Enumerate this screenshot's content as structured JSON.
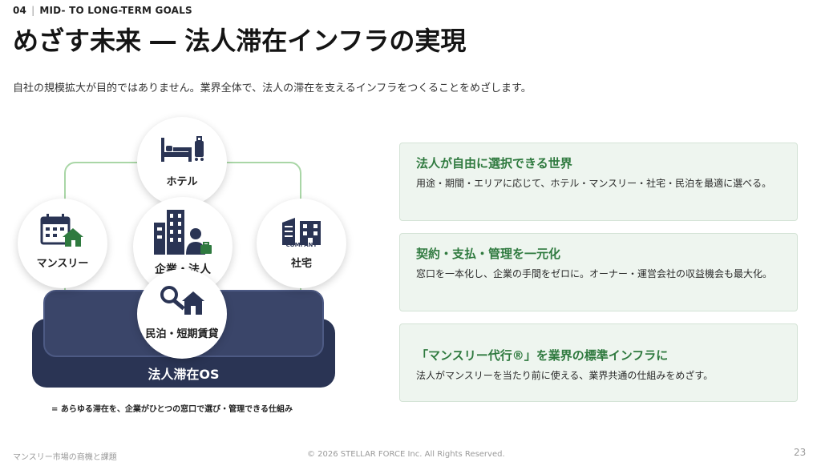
{
  "header": {
    "section_number": "04",
    "section_name": "MID- TO LONG-TERM GOALS",
    "title": "めざす未来 ― 法人滞在インフラの実現",
    "lead": "自社の規模拡大が目的ではありません。業界全体で、法人の滞在を支えるインフラをつくることをめざします。"
  },
  "diagram": {
    "hotel": {
      "label": "ホテル",
      "icon": "bed-luggage-icon"
    },
    "monthly": {
      "label": "マンスリー",
      "icon": "calendar-house-icon"
    },
    "corporate": {
      "label": "企業・法人",
      "icon": "office-building-person-icon"
    },
    "company_housing": {
      "label": "社宅",
      "icon": "company-building-icon",
      "sign": "COMPANY"
    },
    "minpaku": {
      "label": "民泊・短期賃貸",
      "icon": "key-house-icon"
    },
    "platform": "法人滞在OS",
    "footnote": "= あらゆる滞在を、企業がひとつの窓口で選び・管理できる仕組み",
    "colors": {
      "navy": "#2a3454",
      "frame": "#a9d6a6"
    }
  },
  "cards": [
    {
      "title": "法人が自由に選択できる世界",
      "body": "用途・期間・エリアに応じて、ホテル・マンスリー・社宅・民泊を最適に選べる。"
    },
    {
      "title": "契約・支払・管理を一元化",
      "body": "窓口を一本化し、企業の手間をゼロに。オーナー・運営会社の収益機会も最大化。"
    },
    {
      "title": "「マンスリー代行®」を業界の標準インフラに",
      "body": "法人がマンスリーを当たり前に使える、業界共通の仕組みをめざす。"
    }
  ],
  "footer": {
    "left": "マンスリー市場の商機と課題",
    "center": "© 2026 STELLAR FORCE Inc. All Rights Reserved.",
    "page": "23"
  },
  "accent": "#2f7a3f"
}
